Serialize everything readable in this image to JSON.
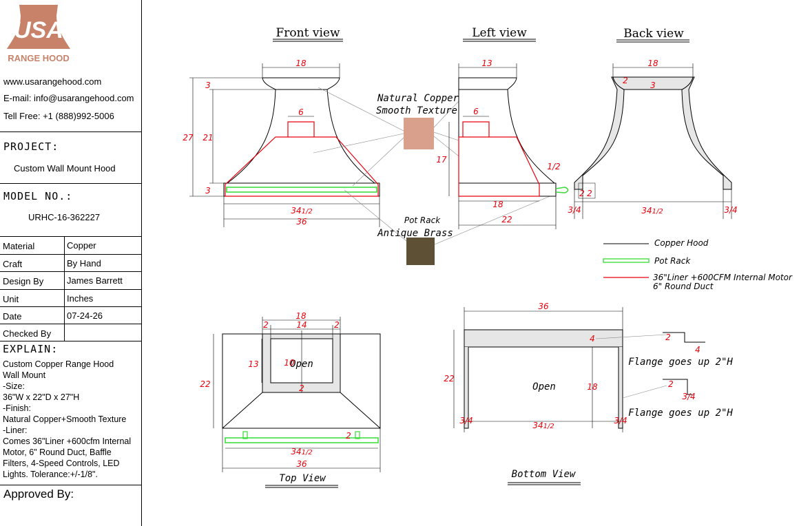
{
  "brand": {
    "logo_letters": "USA",
    "logo_subtitle": "RANGE HOOD",
    "website": "www.usarangehood.com",
    "email": "E-mail: info@usarangehood.com",
    "phone": "Tell Free: +1 (888)992-5006",
    "accent_color": "#c8826a"
  },
  "project": {
    "heading": "PROJECT:",
    "name": "Custom Wall Mount Hood"
  },
  "model": {
    "heading": "MODEL NO.:",
    "number": "URHC-16-362227"
  },
  "specs": [
    {
      "key": "Material",
      "value": "Copper"
    },
    {
      "key": "Craft",
      "value": "By Hand"
    },
    {
      "key": "Design By",
      "value": "James Barrett"
    },
    {
      "key": "Unit",
      "value": "Inches"
    },
    {
      "key": "Date",
      "value": "07-24-26"
    },
    {
      "key": "Checked By",
      "value": ""
    }
  ],
  "explain": {
    "heading": "EXPLAIN:",
    "body": "Custom Copper Range Hood\nWall Mount\n-Size:\n36\"W x 22\"D x 27\"H\n-Finish:\nNatural Copper+Smooth Texture\n-Liner:\nComes 36\"Liner +600cfm Internal\nMotor, 6\" Round Duct, Baffle\nFilters, 4-Speed Controls, LED\nLights. Tolerance:+/-1/8\"."
  },
  "approved": "Approved By:",
  "views": {
    "front": "Front view",
    "left": "Left view",
    "back": "Back view",
    "top": "Top View",
    "bottom": "Bottom View"
  },
  "callouts": {
    "copper_line1": "Natural Copper",
    "copper_line2": "Smooth Texture",
    "rack_line1": "Pot Rack",
    "rack_line2": "Antique Brass",
    "open_top": "Open",
    "open_bottom": "Open",
    "flange1": "Flange goes up 2\"H",
    "flange2": "Flange goes up 2\"H"
  },
  "swatches": {
    "copper_color": "#d9a08c",
    "brass_color": "#5d5035"
  },
  "legend": [
    {
      "label": "Copper Hood",
      "color": "#000000"
    },
    {
      "label": "Pot Rack",
      "color": "#33dd33"
    },
    {
      "label": "36\"Liner +600CFM Internal Motor",
      "label2": "6\" Round Duct",
      "color": "#e8000b"
    }
  ],
  "dims": {
    "front": {
      "top_width": "18",
      "collar": "3",
      "duct": "6",
      "total_h": "27",
      "body_h": "21",
      "band": "3",
      "liner": "34",
      "liner_frac": "1/2",
      "width": "36"
    },
    "left": {
      "top_depth": "13",
      "duct": "6",
      "liner_h": "17",
      "offset": "1/2",
      "liner_d": "18",
      "depth": "22"
    },
    "back": {
      "top_width": "18",
      "collar": "2",
      "top_h": "3",
      "flange": "2",
      "flange2": "2",
      "side_frac": "3/4",
      "width": "34",
      "width_frac": "1/2",
      "side_frac2": "3/4"
    },
    "top": {
      "width18": "18",
      "side2a": "2",
      "inner14": "14",
      "side2b": "2",
      "depth13": "13",
      "open10": "10",
      "below2": "2",
      "depth22": "22",
      "rack_gap": "2",
      "liner": "34",
      "liner_frac": "1/2",
      "width": "36"
    },
    "bottom": {
      "width": "36",
      "band4": "4",
      "depth22": "22",
      "inner18": "18",
      "side_l": "3/4",
      "span": "34",
      "span_frac": "1/2",
      "side_r": "3/4",
      "fl_a": "2",
      "fl_b": "4",
      "fl_c": "2",
      "fl_d": "3/4"
    }
  }
}
